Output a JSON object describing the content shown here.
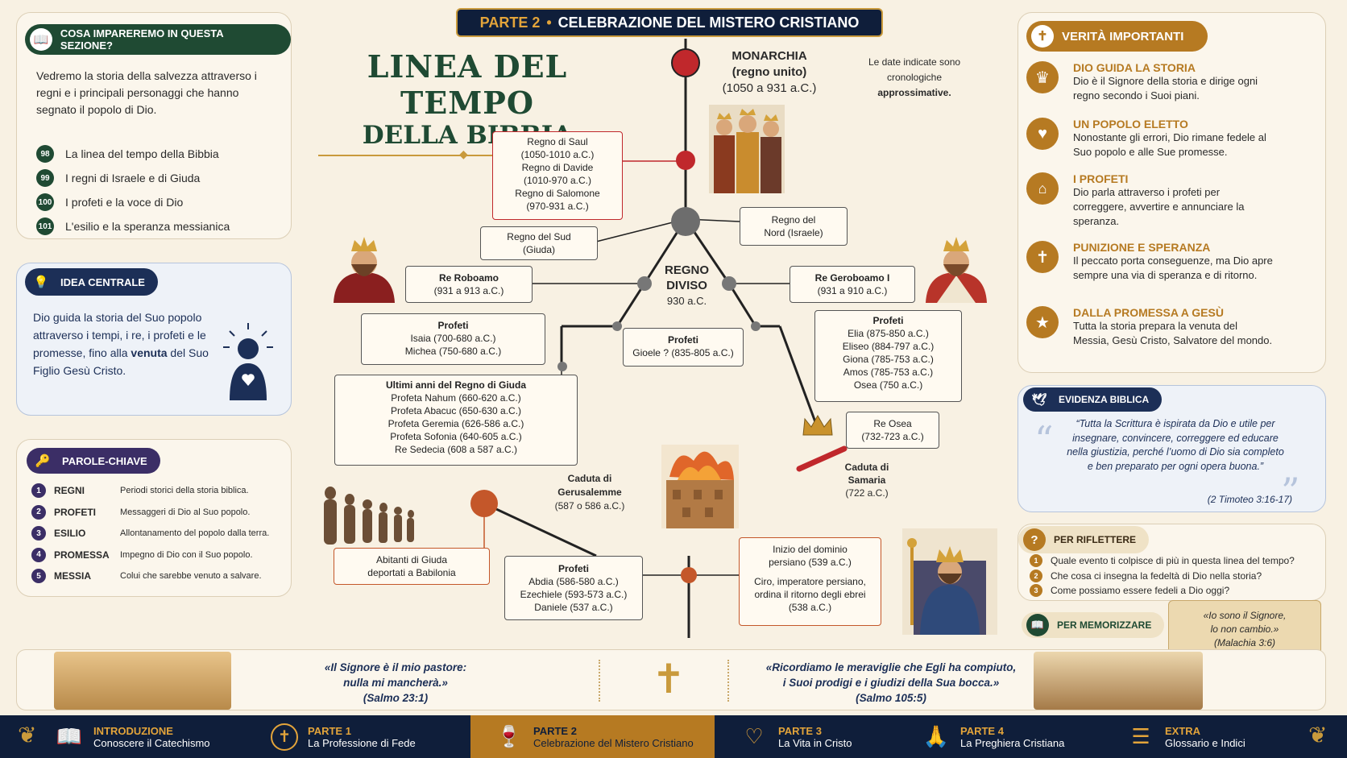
{
  "header": {
    "part": "PARTE 2",
    "dot": "•",
    "title": "CELEBRAZIONE DEL MISTERO CRISTIANO"
  },
  "main_title": {
    "line1": "LINEA DEL TEMPO",
    "line2": "DELLA BIBBIA"
  },
  "note": {
    "text": "Le date indicate sono cronologiche",
    "bold": "approssimative."
  },
  "learn": {
    "title": "COSA IMPAREREMO IN QUESTA SEZIONE?",
    "intro": "Vedremo la storia della salvezza attraverso i regni e i principali personaggi che hanno segnato il popolo di Dio.",
    "items": [
      {
        "num": "98",
        "label": "La linea del tempo della Bibbia"
      },
      {
        "num": "99",
        "label": "I regni di Israele e di Giuda"
      },
      {
        "num": "100",
        "label": "I profeti e la voce di Dio"
      },
      {
        "num": "101",
        "label": "L'esilio e la speranza messianica"
      }
    ]
  },
  "idea": {
    "title": "IDEA CENTRALE",
    "text_a": "Dio guida la storia del Suo popolo attraverso i tempi, i re, i profeti e le promesse, fino alla",
    "text_bold": "venuta",
    "text_b": "del Suo Figlio Gesù Cristo."
  },
  "keywords": {
    "title": "PAROLE-CHIAVE",
    "items": [
      {
        "num": "1",
        "term": "REGNI",
        "def": "Periodi storici della storia biblica."
      },
      {
        "num": "2",
        "term": "PROFETI",
        "def": "Messaggeri di Dio al Suo popolo."
      },
      {
        "num": "3",
        "term": "ESILIO",
        "def": "Allontanamento del popolo dalla terra."
      },
      {
        "num": "4",
        "term": "PROMESSA",
        "def": "Impegno di Dio con il Suo popolo."
      },
      {
        "num": "5",
        "term": "MESSIA",
        "def": "Colui che sarebbe venuto a salvare."
      }
    ]
  },
  "timeline": {
    "monarchia": {
      "title": "MONARCHIA",
      "sub": "(regno unito)",
      "dates": "(1050 a 931 a.C.)"
    },
    "united_kings": [
      "Regno di Saul",
      "(1050-1010 a.C.)",
      "Regno di Davide",
      "(1010-970 a.C.)",
      "Regno di Salomone",
      "(970-931 a.C.)"
    ],
    "south": {
      "line1": "Regno del Sud",
      "line2": "(Giuda)"
    },
    "north": {
      "line1": "Regno del",
      "line2": "Nord (Israele)"
    },
    "diviso": {
      "line1": "REGNO",
      "line2": "DIVISO",
      "date": "930 a.C."
    },
    "roboamo": {
      "name": "Re Roboamo",
      "dates": "(931 a 913 a.C.)"
    },
    "geroboamo": {
      "name": "Re Geroboamo I",
      "dates": "(931 a 910 a.C.)"
    },
    "prof_south": {
      "title": "Profeti",
      "l1": "Isaia (700-680 a.C.)",
      "l2": "Michea (750-680 a.C.)"
    },
    "prof_center": {
      "title": "Profeti",
      "l1": "Gioele ? (835-805 a.C.)"
    },
    "prof_north": {
      "title": "Profeti",
      "lines": [
        "Elia (875-850 a.C.)",
        "Eliseo (884-797 a.C.)",
        "Giona (785-753 a.C.)",
        "Amos (785-753 a.C.)",
        "Osea (750 a.C.)"
      ]
    },
    "ultimi": {
      "title": "Ultimi anni del Regno di Giuda",
      "lines": [
        "Profeta Nahum (660-620 a.C.)",
        "Profeta Abacuc (650-630 a.C.)",
        "Profeta Geremia (626-586 a.C.)",
        "Profeta Sofonia (640-605 a.C.)",
        "Re Sedecia (608 a 587 a.C.)"
      ]
    },
    "osea": {
      "name": "Re Osea",
      "dates": "(732-723 a.C.)"
    },
    "samaria": {
      "l1": "Caduta di",
      "l2": "Samaria",
      "dates": "(722 a.C.)"
    },
    "gerusalemme": {
      "l1": "Caduta di",
      "l2": "Gerusalemme",
      "dates": "(587 o 586 a.C.)"
    },
    "deportati": {
      "l1": "Abitanti di Giuda",
      "l2": "deportati a Babilonia"
    },
    "prof_exile": {
      "title": "Profeti",
      "lines": [
        "Abdia (586-580 a.C.)",
        "Ezechiele (593-573 a.C.)",
        "Daniele (537 a.C.)"
      ]
    },
    "persiano": {
      "l1": "Inizio del dominio",
      "l2": "persiano (539 a.C.)",
      "l3": "Ciro, imperatore persiano,",
      "l4": "ordina il ritorno degli ebrei",
      "l5": "(538 a.C.)"
    }
  },
  "truths": {
    "title": "VERITÀ IMPORTANTI",
    "items": [
      {
        "icon": "crown-icon",
        "title": "DIO GUIDA LA STORIA",
        "text": "Dio è il Signore della storia e dirige ogni regno secondo i Suoi piani."
      },
      {
        "icon": "heart-icon",
        "title": "UN POPOLO ELETTO",
        "text": "Nonostante gli errori, Dio rimane fedele al Suo popolo e alle Sue promesse."
      },
      {
        "icon": "temple-icon",
        "title": "I PROFETI",
        "text": "Dio parla attraverso i profeti per correggere, avvertire e annunciare la speranza."
      },
      {
        "icon": "cross-icon",
        "title": "PUNIZIONE E SPERANZA",
        "text": "Il peccato porta conseguenze, ma Dio apre sempre una via di speranza e di ritorno."
      },
      {
        "icon": "star-icon",
        "title": "DALLA PROMESSA A GESÙ",
        "text": "Tutta la storia prepara la venuta del Messia, Gesù Cristo, Salvatore del mondo."
      }
    ]
  },
  "evidence": {
    "title": "EVIDENZA BIBLICA",
    "quote": "“Tutta la Scrittura è ispirata da Dio e utile per insegnare, convincere, correggere ed educare nella giustizia, perché l’uomo di Dio sia completo e ben preparato per ogni opera buona.”",
    "ref": "(2 Timoteo 3:16-17)"
  },
  "reflect": {
    "title": "PER RIFLETTERE",
    "items": [
      {
        "num": "1",
        "text": "Quale evento ti colpisce di più in questa linea del tempo?"
      },
      {
        "num": "2",
        "text": "Che cosa ci insegna la fedeltà di Dio nella storia?"
      },
      {
        "num": "3",
        "text": "Come possiamo essere fedeli a Dio oggi?"
      }
    ]
  },
  "memorize": {
    "title": "PER MEMORIZZARE",
    "l1": "«Io sono il Signore,",
    "l2": "lo non cambio.»",
    "ref": "(Malachia 3:6)"
  },
  "footer_quotes": {
    "left": {
      "l1": "«Il Signore è il mio pastore:",
      "l2": "nulla mi mancherà.»",
      "ref": "(Salmo 23:1)"
    },
    "right": {
      "l1": "«Ricordiamo le meraviglie che Egli ha compiuto,",
      "l2": "i Suoi prodigi e i giudizi della Sua bocca.»",
      "ref": "(Salmo 105:5)"
    }
  },
  "nav": [
    {
      "t1": "INTRODUZIONE",
      "t2": "Conoscere il Catechismo",
      "icon": "book-icon"
    },
    {
      "t1": "PARTE 1",
      "t2": "La Professione di Fede",
      "icon": "cross-circle-icon"
    },
    {
      "t1": "PARTE 2",
      "t2": "Celebrazione del Mistero Cristiano",
      "icon": "chalice-icon"
    },
    {
      "t1": "PARTE 3",
      "t2": "La Vita in Cristo",
      "icon": "heart-icon"
    },
    {
      "t1": "PARTE 4",
      "t2": "La Preghiera Cristiana",
      "icon": "praying-hands-icon"
    },
    {
      "t1": "EXTRA",
      "t2": "Glossario e Indici",
      "icon": "list-icon"
    }
  ],
  "colors": {
    "green": "#1f4a33",
    "gold": "#b67a22",
    "navy": "#0f1e3a",
    "red": "#c0282c"
  }
}
